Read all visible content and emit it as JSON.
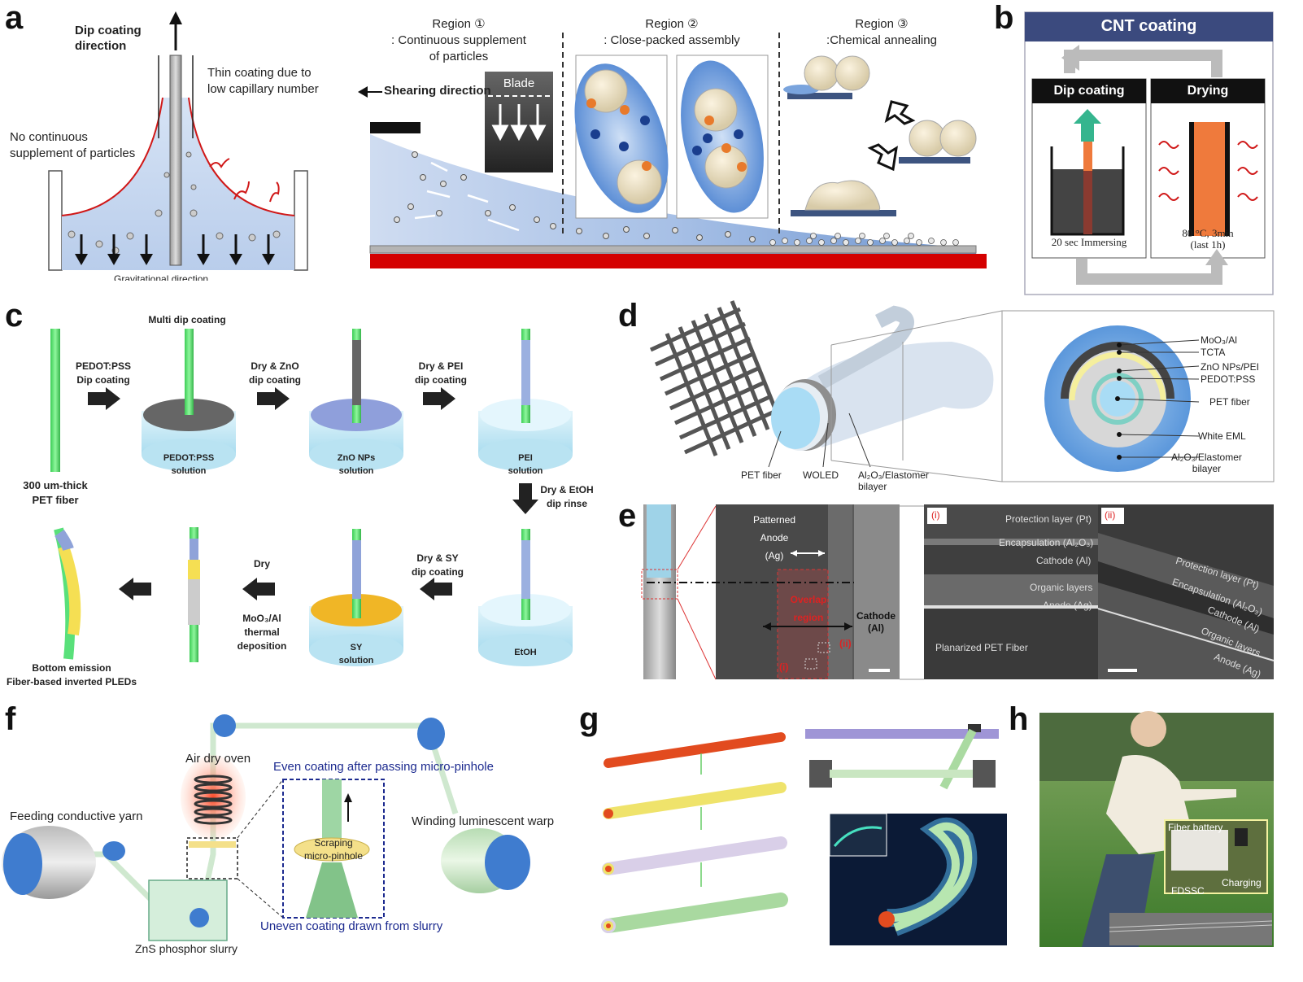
{
  "panels": {
    "a": {
      "letter": "a",
      "dip_coating_direction": "Dip coating\ndirection",
      "thin_coating": "Thin coating due to\nlow capillary number",
      "no_continuous": "No continuous\nsupplement of particles",
      "gravitational": "Gravitational direction",
      "region1": "Region ①\n: Continuous supplement\nof particles",
      "region2": "Region ②\n: Close-packed assembly",
      "region3": "Region ③\n:Chemical annealing",
      "shearing_direction": "Shearing direction",
      "blade": "Blade"
    },
    "b": {
      "letter": "b",
      "title": "CNT coating",
      "dip_coating": "Dip coating",
      "drying": "Drying",
      "immersing": "20 sec Immersing",
      "drying_condition": "80 °C, 3min\n(last 1h)"
    },
    "c": {
      "letter": "c",
      "fiber": "300 um-thick\nPET fiber",
      "step1": "PEDOT:PSS\nDip coating",
      "multi_dip": "Multi dip coating",
      "pedot_solution": "PEDOT:PSS\nsolution",
      "step2": "Dry & ZnO\ndip coating",
      "zno_solution": "ZnO NPs\nsolution",
      "step3": "Dry & PEI\ndip coating",
      "pei_solution": "PEI\nsolution",
      "step4": "Dry & EtOH\ndip rinse",
      "etoh_solution": "EtOH",
      "step5": "Dry & SY\ndip coating",
      "sy_solution": "SY\nsolution",
      "step6a": "Dry",
      "step6b": "MoO₃/Al\nthermal\ndeposition",
      "final": "Bottom emission\nFiber-based inverted PLEDs"
    },
    "d": {
      "letter": "d",
      "pet_fiber": "PET fiber",
      "woled": "WOLED",
      "bilayer": "Al₂O₃/Elastomer\nbilayer",
      "layers": [
        "MoO₃/Al",
        "TCTA",
        "ZnO NPs/PEI",
        "PEDOT:PSS",
        "PET fiber",
        "White EML",
        "Al₂O₃/Elastomer\nbilayer"
      ]
    },
    "e": {
      "letter": "e",
      "patterned_anode": "Patterned\nAnode\n(Ag)",
      "overlap": "Overlap\nregion",
      "cathode": "Cathode\n(Al)",
      "mark_i": "(i)",
      "mark_ii": "(ii)",
      "sem_i_layers": [
        "Protection layer (Pt)",
        "Encapsulation (Al₂O₃)",
        "Cathode (Al)",
        "Organic layers",
        "Anode (Ag)",
        "Planarized PET Fiber"
      ],
      "sem_ii_layers": [
        "Protection layer (Pt)",
        "Encapsulation (Al₂O₃)",
        "Cathode (Al)",
        "Organic layers",
        "Anode (Ag)"
      ]
    },
    "f": {
      "letter": "f",
      "air_dry_oven": "Air dry oven",
      "even_coating": "Even coating after passing micro-pinhole",
      "feeding": "Feeding conductive yarn",
      "winding": "Winding luminescent warp",
      "pinhole": "Scraping\nmicro-pinhole",
      "uneven": "Uneven coating drawn from slurry",
      "slurry": "ZnS phosphor slurry"
    },
    "g": {
      "letter": "g"
    },
    "h": {
      "letter": "h",
      "fiber_battery": "Fiber battery",
      "charging": "Charging",
      "fdssc": "FDSSC"
    }
  },
  "colors": {
    "navy": "#3b4a7e",
    "green": "#4fdc6a",
    "red_substrate": "#d40000",
    "orange": "#ef7a3c",
    "teal": "#35b58e",
    "blue_fiber": "#2c7ad1"
  }
}
